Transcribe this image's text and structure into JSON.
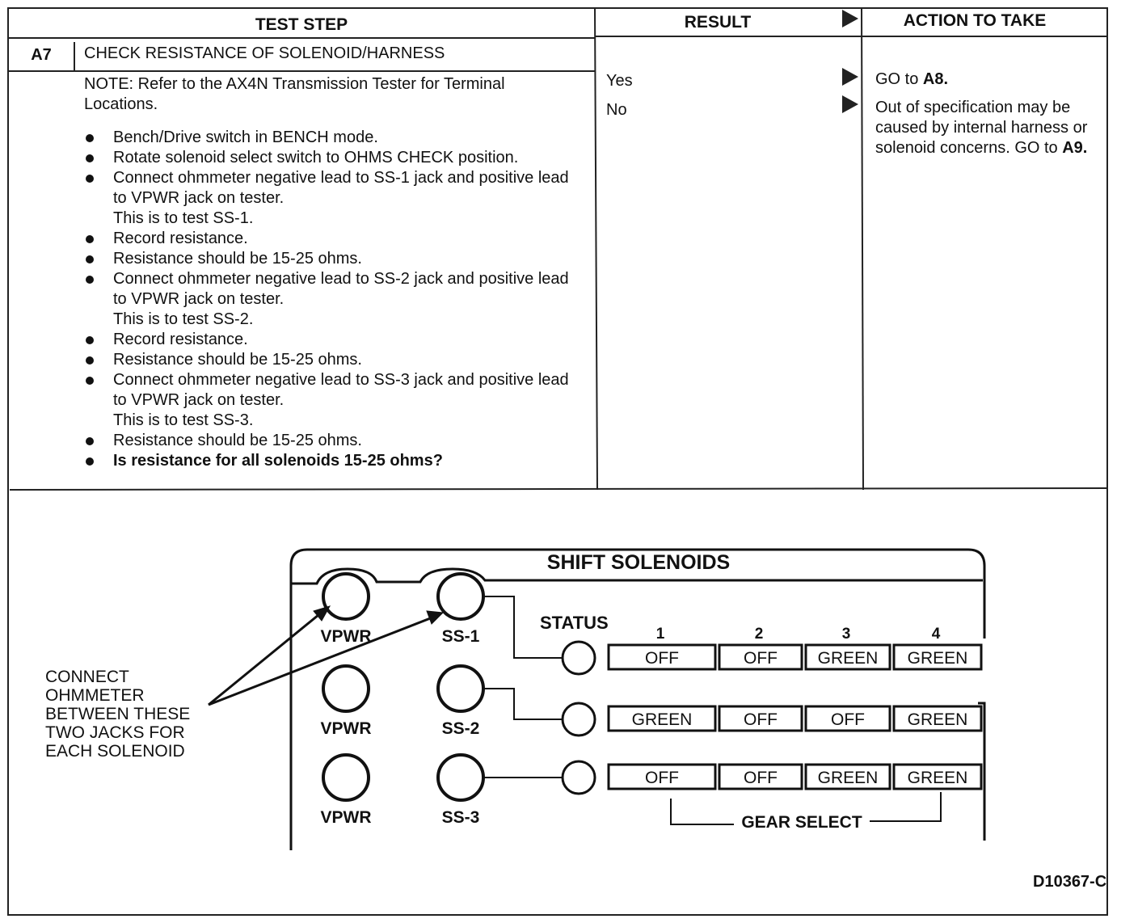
{
  "table": {
    "headers": {
      "test_step": "TEST STEP",
      "result": "RESULT",
      "action": "ACTION TO TAKE"
    },
    "step_id": "A7",
    "step_title": "CHECK RESISTANCE OF SOLENOID/HARNESS",
    "note": "NOTE: Refer to the AX4N Transmission Tester for Terminal Locations.",
    "bullets": [
      {
        "text": "Bench/Drive switch in BENCH mode.",
        "sub": ""
      },
      {
        "text": "Rotate solenoid select switch to OHMS CHECK position.",
        "sub": ""
      },
      {
        "text": "Connect ohmmeter negative lead to SS-1 jack and positive lead to VPWR jack on tester.",
        "sub": "This is to test SS-1."
      },
      {
        "text": "Record resistance.",
        "sub": ""
      },
      {
        "text": "Resistance should be 15-25 ohms.",
        "sub": ""
      },
      {
        "text": "Connect ohmmeter negative lead to SS-2 jack and positive lead to VPWR jack on tester.",
        "sub": "This is to test SS-2."
      },
      {
        "text": "Record resistance.",
        "sub": ""
      },
      {
        "text": "Resistance should be 15-25 ohms.",
        "sub": ""
      },
      {
        "text": "Connect ohmmeter negative lead to SS-3 jack and positive lead to VPWR jack on tester.",
        "sub": "This is to test SS-3."
      },
      {
        "text": "Resistance should be 15-25 ohms.",
        "sub": ""
      },
      {
        "text": "Is resistance for all solenoids 15-25 ohms?",
        "sub": "",
        "bold": true
      }
    ],
    "results": {
      "yes": "Yes",
      "no": "No"
    },
    "actions": {
      "yes_prefix": "GO to ",
      "yes_ref": "A8.",
      "no_text": "Out of specification may be caused by internal harness or solenoid concerns. GO to ",
      "no_ref": "A9."
    }
  },
  "diagram": {
    "title": "SHIFT SOLENOIDS",
    "status_label": "STATUS",
    "gear_numbers": [
      "1",
      "2",
      "3",
      "4"
    ],
    "jack_labels": {
      "vpwr": [
        "VPWR",
        "VPWR",
        "VPWR"
      ],
      "ss": [
        "SS-1",
        "SS-2",
        "SS-3"
      ]
    },
    "rows": [
      [
        "OFF",
        "OFF",
        "GREEN",
        "GREEN"
      ],
      [
        "GREEN",
        "OFF",
        "OFF",
        "GREEN"
      ],
      [
        "OFF",
        "OFF",
        "GREEN",
        "GREEN"
      ]
    ],
    "gear_select_label": "GEAR SELECT",
    "callout_lines": [
      "CONNECT",
      "OHMMETER",
      "BETWEEN THESE",
      "TWO JACKS FOR",
      "EACH SOLENOID"
    ]
  },
  "figure_id": "D10367-C"
}
